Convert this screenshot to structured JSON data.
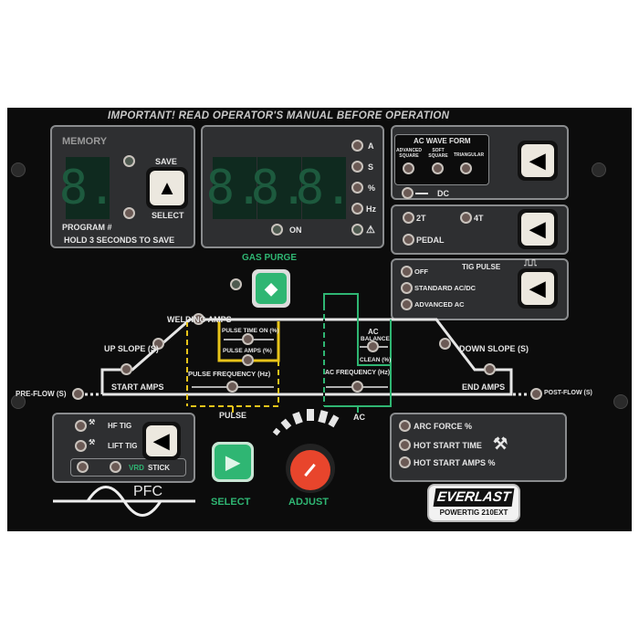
{
  "header": "IMPORTANT! READ OPERATOR'S MANUAL BEFORE OPERATION",
  "memory": {
    "title": "MEMORY",
    "digit": "8.",
    "save": "SAVE",
    "select": "SELECT",
    "program": "PROGRAM #",
    "hold": "HOLD 3 SECONDS TO SAVE"
  },
  "display": {
    "digits": [
      "8.",
      "8.",
      "8."
    ],
    "units": [
      "A",
      "S",
      "%",
      "Hz",
      "⚠"
    ],
    "on": "ON"
  },
  "ac_wave": {
    "title": "AC WAVE FORM",
    "options": [
      "ADVANCED SQUARE",
      "SOFT SQUARE",
      "TRIANGULAR"
    ],
    "dc": "DC"
  },
  "trigger": {
    "options": [
      "2T",
      "4T",
      "PEDAL"
    ]
  },
  "tig_pulse": {
    "title": "TIG PULSE",
    "options": [
      "OFF",
      "STANDARD AC/DC",
      "ADVANCED AC"
    ]
  },
  "gas_purge": "GAS PURGE",
  "graph": {
    "pre_flow": "PRE-FLOW (S)",
    "start_amps": "START AMPS",
    "up_slope": "UP SLOPE (S)",
    "welding_amps": "WELDING AMPS",
    "pulse_time_on": "PULSE TIME ON (%)",
    "pulse_amps": "PULSE AMPS (%)",
    "pulse_frequency": "PULSE FREQUENCY (Hz)",
    "ac_label": "AC",
    "balance": "BALANCE",
    "clean": "CLEAN (%)",
    "ac_frequency": "AC FREQUENCY (Hz)",
    "down_slope": "DOWN SLOPE (S)",
    "end_amps": "END AMPS",
    "post_flow": "POST-FLOW (S)",
    "pulse": "PULSE",
    "ac": "AC"
  },
  "process": {
    "options": [
      "HF TIG",
      "LIFT TIG"
    ],
    "vrd": "VRD",
    "stick": "STICK",
    "pfc": "PFC"
  },
  "select_label": "SELECT",
  "adjust_label": "ADJUST",
  "stick_settings": [
    "ARC FORCE %",
    "HOT START TIME",
    "HOT START AMPS %"
  ],
  "brand": {
    "logo": "EVERLAST",
    "model": "POWERTIG 210EXT"
  },
  "colors": {
    "panel": "#0c0c0c",
    "green": "#2fb673",
    "yellow": "#e8c41a",
    "knob": "#e8452c"
  }
}
